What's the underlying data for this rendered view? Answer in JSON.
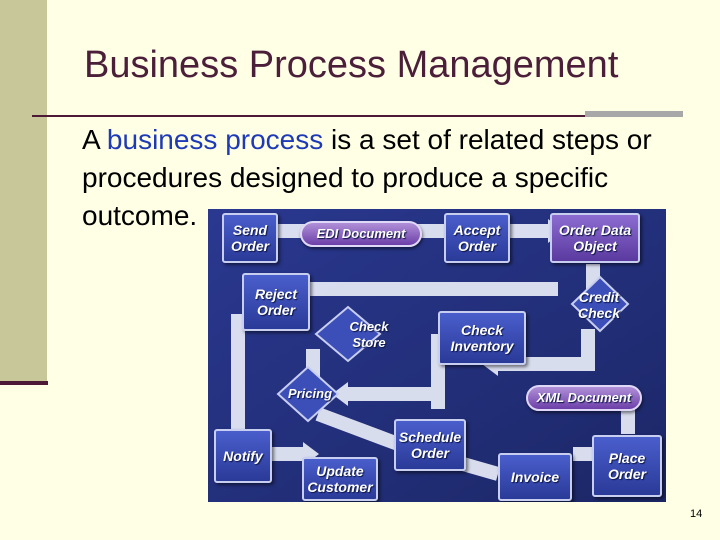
{
  "slide": {
    "title": "Business Process Management",
    "body_prefix": "A ",
    "body_keyword": "business process",
    "body_rest": " is a set of related steps or procedures designed to produce a specific outcome.",
    "slide_number": "14"
  },
  "diagram": {
    "send_order": "Send Order",
    "edi_document": "EDI Document",
    "accept_order": "Accept Order",
    "order_data_object": "Order Data Object",
    "reject_order": "Reject Order",
    "credit_check": "Credit Check",
    "check_store": "Check Store",
    "check_inventory": "Check Inventory",
    "pricing": "Pricing",
    "xml_document": "XML Document",
    "schedule_order": "Schedule Order",
    "notify": "Notify",
    "update_customer": "Update Customer",
    "invoice": "Invoice",
    "place_order": "Place Order"
  }
}
